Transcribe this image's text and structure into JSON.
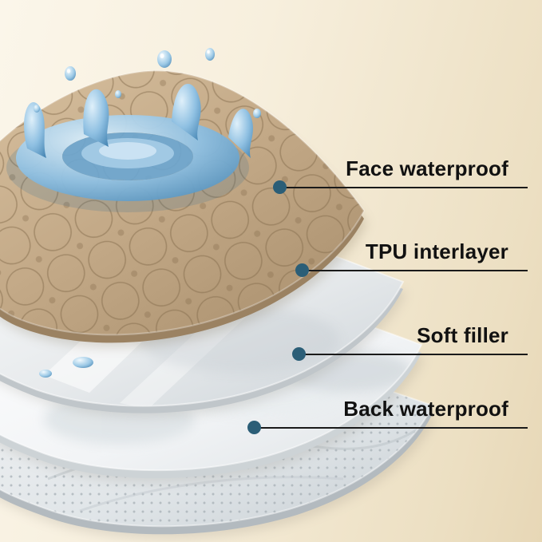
{
  "callouts": [
    {
      "label": "Face waterproof"
    },
    {
      "label": "TPU interlayer"
    },
    {
      "label": "Soft filler"
    },
    {
      "label": "Back waterproof"
    }
  ],
  "style": {
    "dot_color": "#2b5e77",
    "line_color": "#1a1a1a",
    "text_color": "#111111",
    "background_top": "#fbf6ea",
    "background_bottom": "#e7d7b6"
  },
  "illustration": {
    "layers": [
      {
        "name": "face-waterproof",
        "color": "#c3a987",
        "texture": "quilted-octagon-fabric"
      },
      {
        "name": "tpu-interlayer",
        "color": "#e8ebed",
        "texture": "translucent-film"
      },
      {
        "name": "soft-filler",
        "color": "#f6f8f9",
        "texture": "soft-fluff"
      },
      {
        "name": "back-waterproof",
        "color": "#dde3e6",
        "texture": "dotted-nonwoven"
      }
    ],
    "water_color": "#8fc0e2"
  }
}
